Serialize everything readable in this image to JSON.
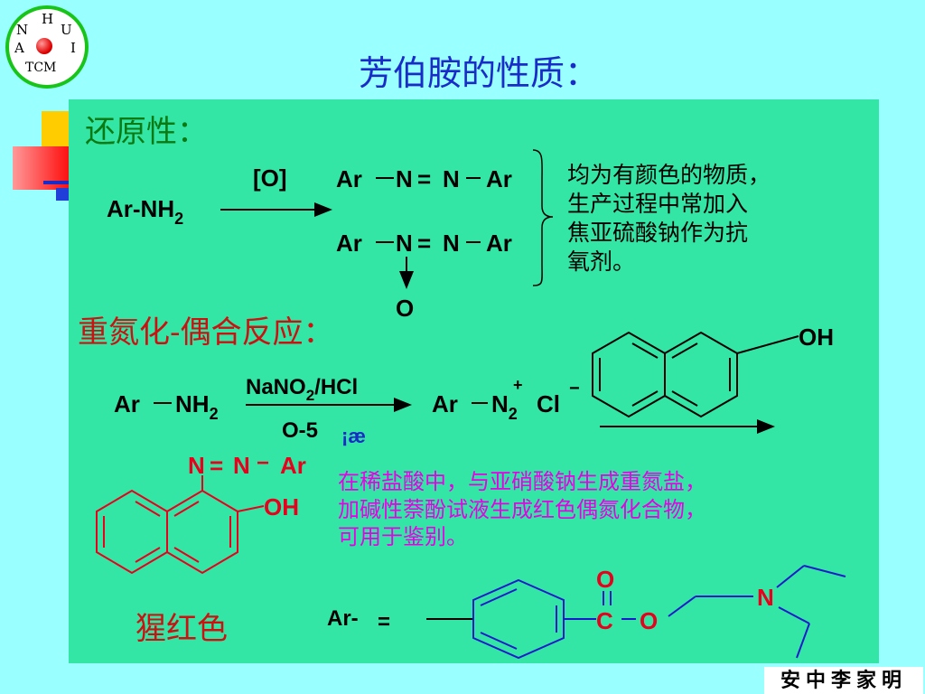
{
  "logo": {
    "h": "H",
    "n": "N",
    "u": "U",
    "a": "A",
    "i": "I",
    "tcm": "TCM"
  },
  "title": "芳伯胺的性质：",
  "section1": {
    "heading": "还原性：",
    "reactant": "Ar-NH",
    "reactant_sub": "2",
    "condition": "[O]",
    "product1": {
      "ar1": "Ar",
      "n1": "N",
      "eq": "=",
      "n2": "N",
      "ar2": "Ar"
    },
    "product2": {
      "ar1": "Ar",
      "n1": "N",
      "eq": "=",
      "n2": "N",
      "ar2": "Ar"
    },
    "oxide": "O",
    "note": [
      "均为有颜色的物质，",
      "生产过程中常加入",
      "焦亚硫酸钠作为抗",
      "氧剂。"
    ]
  },
  "section2": {
    "heading": "重氮化-偶合反应：",
    "reactant_ar": "Ar",
    "reactant_nh": "NH",
    "reactant_sub": "2",
    "reagent_pre": "NaNO",
    "reagent_sub": "2",
    "reagent_post": "/HCl",
    "temp": "O-5",
    "temp_unit": "¡æ",
    "salt_ar": "Ar",
    "salt_n": "N",
    "salt_sub": "2",
    "salt_plus": "+",
    "salt_cl": "Cl",
    "salt_minus": "−",
    "naphthol_oh": "OH",
    "azo_n1": "N",
    "azo_eq": "=",
    "azo_n2": "N",
    "azo_dash": "−",
    "azo_ar": "Ar",
    "azo_oh": "OH",
    "color_label": "猩红色",
    "note": [
      "在稀盐酸中，与亚硝酸钠生成重氮盐，",
      "加碱性萘酚试液生成红色偶氮化合物，",
      "可用于鉴别。"
    ]
  },
  "ar_definition": {
    "label": "Ar-",
    "eq": "=",
    "carbonyl_o": "O",
    "carbonyl_c": "C",
    "ester_o": "O",
    "amine_n": "N"
  },
  "footer_stamp": "安中李家明",
  "colors": {
    "background": "#99ffff",
    "panel": "#33e6a6",
    "title": "#1a2cc8",
    "heading_green": "#0c7a12",
    "heading_red": "#cc1111",
    "magenta": "#e600e6",
    "structure_red": "#e8001c",
    "structure_blue": "#1a1acc"
  }
}
